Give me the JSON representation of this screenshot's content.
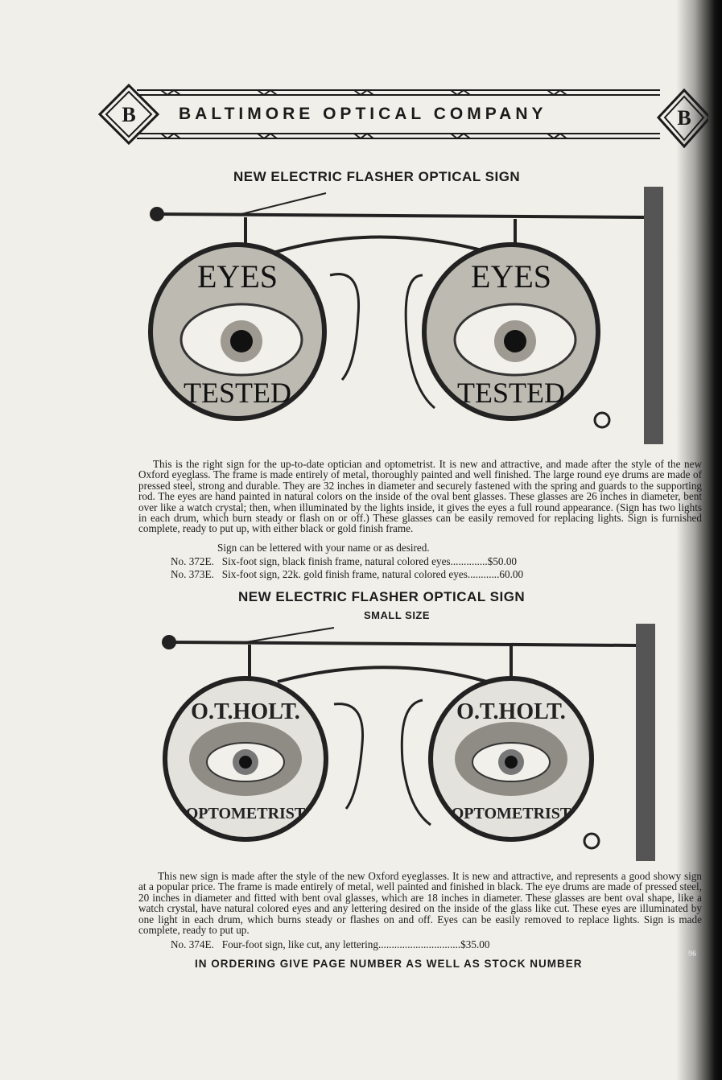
{
  "header": {
    "company": "BALTIMORE OPTICAL COMPANY",
    "logo_letter": "B"
  },
  "section1": {
    "title": "NEW ELECTRIC FLASHER OPTICAL SIGN",
    "sign_lettering_top": "EYES",
    "sign_lettering_bottom": "TESTED",
    "description": "This is the right sign for the up-to-date optician and optometrist. It is new and attractive, and made after the style of the new Oxford eyeglass. The frame is made entirely of metal, thoroughly painted and well finished. The large round eye drums are made of pressed steel, strong and durable. They are 32 inches in diameter and securely fastened with the spring and guards to the supporting rod. The eyes are hand painted in natural colors on the inside of the oval bent glasses. These glasses are 26 inches in diameter, bent over like a watch crystal; then, when illuminated by the lights inside, it gives the eyes a full round appearance. (Sign has two lights in each drum, which burn steady or flash on or off.) These glasses can be easily removed for replacing lights. Sign is furnished complete, ready to put up, with either black or gold finish frame.",
    "note": "Sign can be lettered with your name or as desired.",
    "items": [
      {
        "number": "No. 372E.",
        "description": "Six-foot sign, black finish frame, natural colored eyes..............",
        "price": "$50.00"
      },
      {
        "number": "No. 373E.",
        "description": "Six-foot sign, 22k. gold finish frame, natural colored eyes............",
        "price": "60.00"
      }
    ]
  },
  "section2": {
    "title": "NEW ELECTRIC FLASHER OPTICAL SIGN",
    "subtitle": "SMALL SIZE",
    "sign_lettering_top": "O.T.HOLT.",
    "sign_lettering_bottom": "OPTOMETRIST",
    "description": "This new sign is made after the style of the new Oxford eyeglasses. It is new and attractive, and represents a good showy sign at a popular price. The frame is made entirely of metal, well painted and finished in black. The eye drums are made of pressed steel, 20 inches in diameter and fitted with bent oval glasses, which are 18 inches in diameter. These glasses are bent oval shape, like a watch crystal, have natural colored eyes and any lettering desired on the inside of the glass like cut. These eyes are illuminated by one light in each drum, which burns steady or flashes on and off. Eyes can be easily removed to replace lights. Sign is made complete, ready to put up.",
    "items": [
      {
        "number": "No. 374E.",
        "description": "Four-foot sign, like cut, any lettering...............................",
        "price": "$35.00"
      }
    ]
  },
  "footer": {
    "notice": "IN ORDERING GIVE PAGE NUMBER AS WELL AS STOCK NUMBER",
    "page_number": "96"
  }
}
